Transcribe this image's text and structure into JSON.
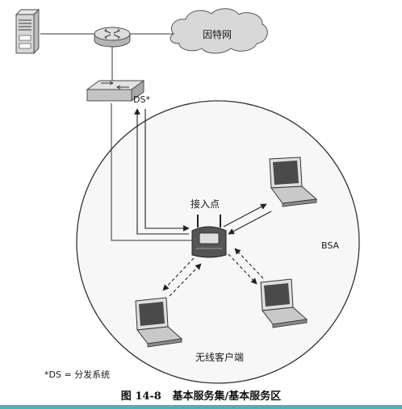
{
  "labels": {
    "internet": "因特网",
    "ds": "DS*",
    "access_point": "接入点",
    "bsa": "BSA",
    "wireless_clients": "无线客户端",
    "footnote": "*DS = 分发系统"
  },
  "caption": {
    "number": "图 14-8",
    "title": "基本服务集/基本服务区"
  },
  "colors": {
    "line": "#2a2a2a",
    "fill_light": "#dcdcdc",
    "accent_bar": "#45b3c1"
  }
}
